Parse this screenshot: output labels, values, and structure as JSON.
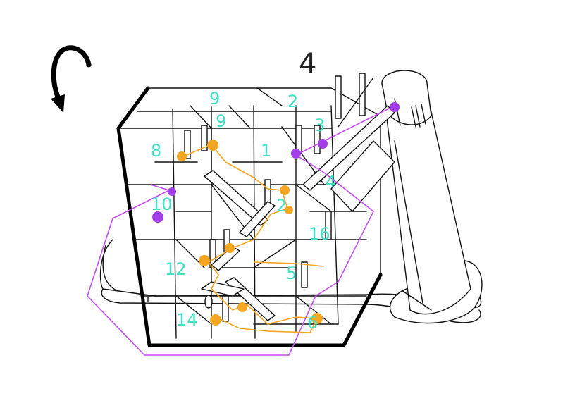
{
  "page_number": "4",
  "colors": {
    "label": "#41e0c4",
    "orange": "#f5a623",
    "purple": "#c14cf2",
    "line": "#111111"
  },
  "cell_labels": [
    "9",
    "9",
    "2",
    "3",
    "8",
    "1",
    "4",
    "10",
    "2",
    "16",
    "12",
    "5",
    "14",
    "6"
  ],
  "icons": [
    "rotate-arrow-icon"
  ]
}
